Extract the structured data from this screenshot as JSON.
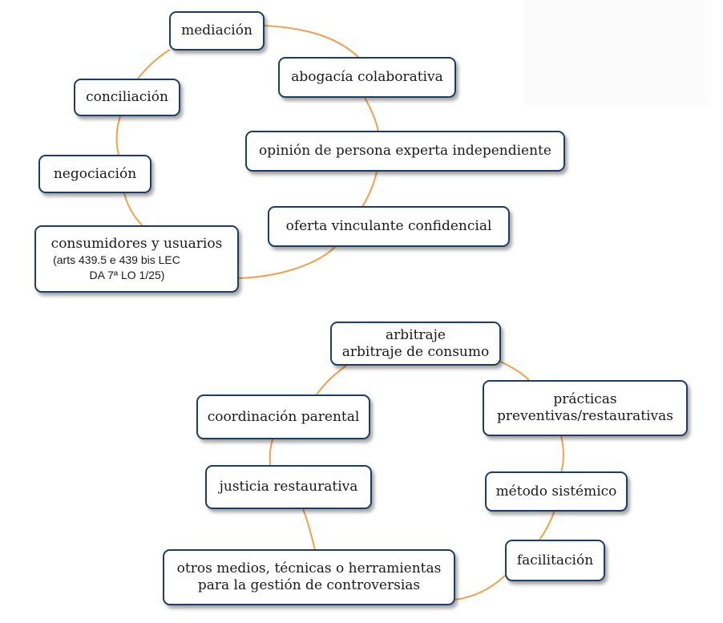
{
  "colors": {
    "connector": "#f0a24a",
    "node_border": "#1f3d63",
    "node_fill": "#ffffff",
    "text": "#1a1a1a"
  },
  "diagram1": {
    "nodes": {
      "mediacion": "mediación",
      "abogacia": "abogacía colaborativa",
      "conciliacion": "conciliación",
      "opinion": "opinión de persona experta independiente",
      "negociacion": "negociación",
      "oferta": "oferta vinculante confidencial",
      "consumidores": {
        "line1": "consumidores y usuarios",
        "line2": "(arts 439.5 e 439 bis LEC",
        "line3": "DA 7ª LO 1/25)"
      }
    }
  },
  "diagram2": {
    "nodes": {
      "arbitraje": {
        "line1": "arbitraje",
        "line2": "arbitraje de consumo"
      },
      "coordinacion": "coordinación parental",
      "practicas": {
        "line1": "prácticas",
        "line2": "preventivas/restaurativas"
      },
      "justicia": "justicia restaurativa",
      "metodo": "método sistémico",
      "facilitacion": "facilitación",
      "otros": {
        "line1": "otros medios, técnicas o herramientas",
        "line2": "para la gestión de controversias"
      }
    }
  }
}
